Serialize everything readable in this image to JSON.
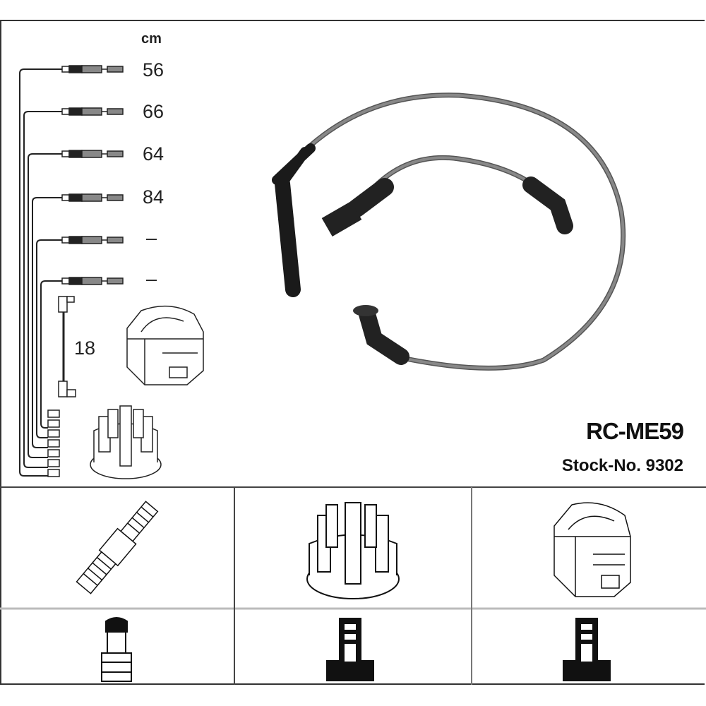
{
  "unit_label": "cm",
  "wire_lengths": [
    "56",
    "66",
    "64",
    "84",
    "–",
    "–"
  ],
  "coil_wire_length": "18",
  "product": {
    "code": "RC-ME59",
    "stock_no": "Stock-No. 9302"
  }
}
